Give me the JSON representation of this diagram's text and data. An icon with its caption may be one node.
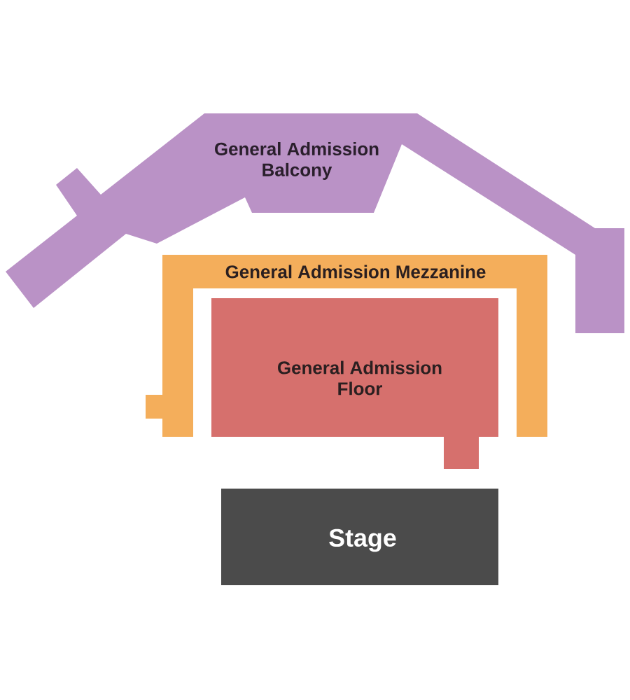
{
  "diagram": {
    "nodes": [
      {
        "text": [
          "General Admission Balcony"
        ]
      },
      {
        "text": [
          "General Admission Mezzanine"
        ]
      },
      {
        "text": [
          "General Admission Floor"
        ]
      },
      {
        "text": [
          "Stage"
        ]
      }
    ]
  }
}
